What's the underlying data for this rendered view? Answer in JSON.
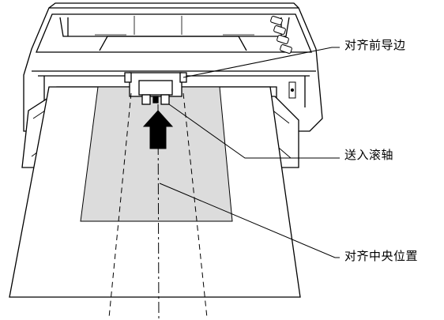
{
  "figure": {
    "callouts": {
      "alignment_guide": "对齐前导边",
      "feed_roller": "送入滚轴",
      "center_alignment": "对齐中央位置"
    },
    "colors": {
      "line": "#000000",
      "scanner_body": "#ffffff",
      "document_sheet": "#ffffff",
      "shaded_document": "#dcdcdc",
      "arrow": "#000000"
    }
  }
}
